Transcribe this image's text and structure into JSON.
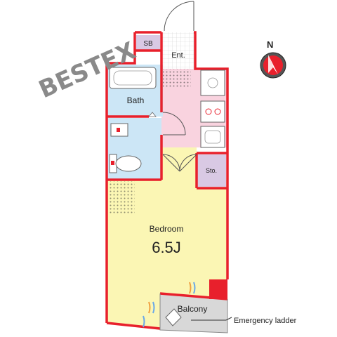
{
  "watermark": "BESTEX",
  "compass": {
    "north_label": "N"
  },
  "rooms": {
    "sb": "SB",
    "entrance": "Ent.",
    "bath": "Bath",
    "storage": "Sto.",
    "bedroom": "Bedroom",
    "bedroom_size": "6.5J",
    "balcony": "Balcony"
  },
  "callout": {
    "label": "Emergency ladder"
  },
  "colors": {
    "wall": "#e8202c",
    "bedroom": "#fbf6b4",
    "kitchen": "#f9d3df",
    "bath": "#cce6f6",
    "storage": "#d9c9e4",
    "balcony": "#d8d8d8",
    "entrance_tile": "#ffffff"
  }
}
